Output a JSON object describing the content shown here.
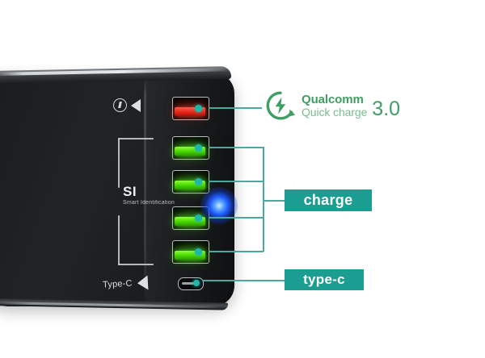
{
  "scene": {
    "background_color": "#ffffff",
    "accent_color": "#1b9d92",
    "leader_line_color": "#4aa89f",
    "qualcomm_green": "#3f9e63",
    "qualcomm_green_light": "#79bd8e"
  },
  "device": {
    "name": "multi-port-usb-charging-station",
    "body_color": "#1e2022",
    "markings": {
      "quick_charge_symbol": "qc-lightning-circle-icon",
      "quick_charge_arrow": "triangle-left-icon",
      "smart_identification_abbr": "SI",
      "smart_identification_full": "Smart Identification",
      "type_c_label": "Type-C",
      "type_c_arrow": "triangle-left-icon"
    },
    "ports": [
      {
        "id": "port-qc",
        "type": "usb-a",
        "color": "#e8261a",
        "label": "quick-charge-port",
        "indicator": "teal-dot"
      },
      {
        "id": "port-usb-1",
        "type": "usb-a",
        "color": "#46d600",
        "label": "charge-port-1",
        "indicator": "teal-dot"
      },
      {
        "id": "port-usb-2",
        "type": "usb-a",
        "color": "#46d600",
        "label": "charge-port-2",
        "indicator": "teal-dot"
      },
      {
        "id": "port-usb-3",
        "type": "usb-a",
        "color": "#46d600",
        "label": "charge-port-3",
        "indicator": "teal-dot"
      },
      {
        "id": "port-usb-4",
        "type": "usb-a",
        "color": "#46d600",
        "label": "charge-port-4",
        "indicator": "teal-dot"
      },
      {
        "id": "port-typec",
        "type": "usb-c",
        "color": "#1fb7a8",
        "label": "type-c-port",
        "indicator": "teal-dot"
      }
    ],
    "led": {
      "name": "blue-status-led",
      "color": "#1f5cff"
    }
  },
  "callouts": {
    "qualcomm": {
      "icon": "qualcomm-quick-charge-badge-icon",
      "brand": "Qualcomm",
      "product": "Quick charge",
      "version": "3.0"
    },
    "charge": {
      "label": "charge",
      "background": "#1b9d92",
      "text_color": "#ffffff"
    },
    "type_c": {
      "label": "type-c",
      "background": "#1b9d92",
      "text_color": "#ffffff"
    }
  }
}
